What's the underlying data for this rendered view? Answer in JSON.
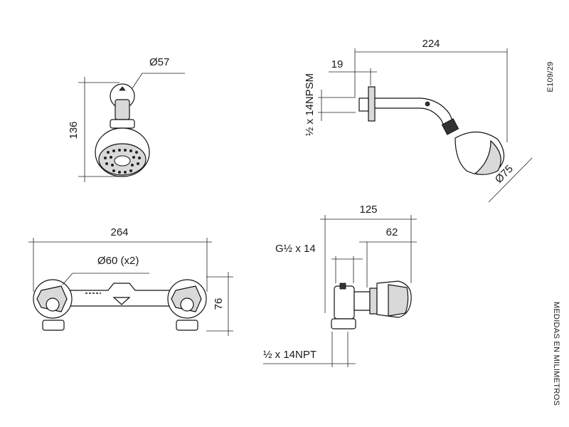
{
  "labels": {
    "showerhead_diameter": "Ø57",
    "showerhead_height": "136",
    "arm_length": "224",
    "arm_offset": "19",
    "arm_thread": "½ x 14NPSM",
    "angled_head_diameter": "Ø75",
    "drawing_code": "E109/29",
    "mixer_width": "264",
    "handle_diameter": "Ø60 (x2)",
    "mixer_height": "76",
    "valve_depth": "125",
    "valve_handle_depth": "62",
    "valve_thread_top": "G½ x 14",
    "valve_thread_bottom": "½ x 14NPT",
    "units_note": "MEDIDAS EN MILIMETROS"
  }
}
